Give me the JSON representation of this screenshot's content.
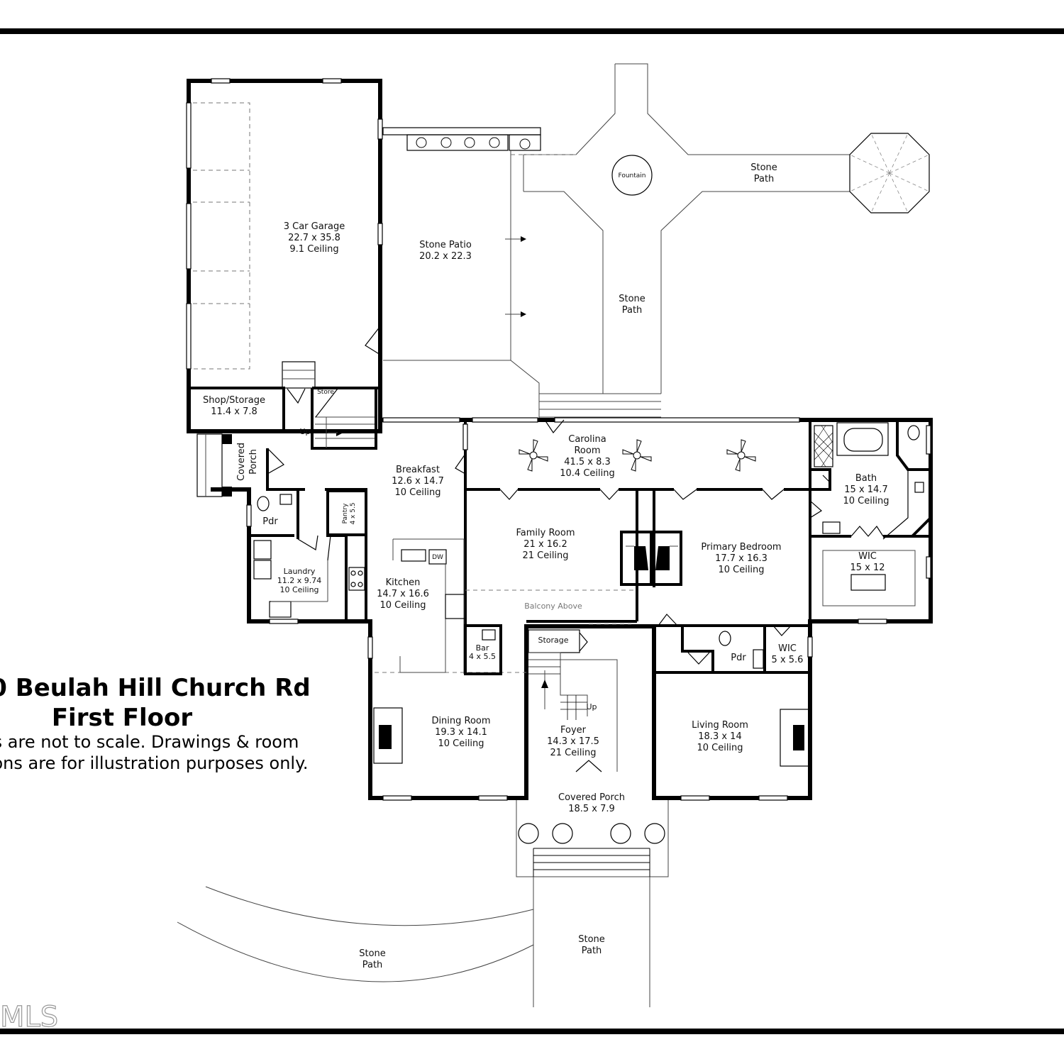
{
  "header": {
    "address": "0 Beulah Hill Church Rd",
    "floor": "First Floor"
  },
  "disclaimer": {
    "line1": "s are not to scale. Drawings & room",
    "line2": "ons are for illustration purposes only."
  },
  "watermark": "MLS",
  "rooms": {
    "garage": {
      "name": "3 Car Garage",
      "dims": "22.7 x 35.8",
      "ceiling": "9.1 Ceiling"
    },
    "patio": {
      "name": "Stone Patio",
      "dims": "20.2 x 22.3"
    },
    "fountain": {
      "name": "Fountain"
    },
    "path_east": {
      "line1": "Stone",
      "line2": "Path"
    },
    "path_center": {
      "line1": "Stone",
      "line2": "Path"
    },
    "shop": {
      "name": "Shop/Storage",
      "dims": "11.4 x 7.8"
    },
    "store": {
      "name": "Store"
    },
    "stair_up_1": {
      "name": "Up"
    },
    "covered_porch_side": {
      "line1": "Covered",
      "line2": "Porch"
    },
    "breakfast": {
      "name": "Breakfast",
      "dims": "12.6 x 14.7",
      "ceiling": "10 Ceiling"
    },
    "carolina": {
      "name": "Carolina",
      "name2": "Room",
      "dims": "41.5 x 8.3",
      "ceiling": "10.4 Ceiling"
    },
    "bath": {
      "name": "Bath",
      "dims": "15 x 14.7",
      "ceiling": "10 Ceiling"
    },
    "pdr_1": {
      "name": "Pdr"
    },
    "pantry": {
      "name": "Pantry",
      "dims": "4 x 5.5"
    },
    "laundry": {
      "name": "Laundry",
      "dims": "11.2 x 9.74",
      "ceiling": "10 Ceiling"
    },
    "dw": {
      "name": "DW"
    },
    "kitchen": {
      "name": "Kitchen",
      "dims": "14.7 x 16.6",
      "ceiling": "10 Ceiling"
    },
    "family": {
      "name": "Family Room",
      "dims": "21 x 16.2",
      "ceiling": "21 Ceiling"
    },
    "balcony": {
      "name": "Balcony Above"
    },
    "primary": {
      "name": "Primary Bedroom",
      "dims": "17.7 x 16.3",
      "ceiling": "10 Ceiling"
    },
    "wic_1": {
      "name": "WIC",
      "dims": "15 x 12"
    },
    "bar": {
      "name": "Bar",
      "dims": "4 x 5.5"
    },
    "storage": {
      "name": "Storage"
    },
    "pdr_2": {
      "name": "Pdr"
    },
    "wic_2": {
      "name": "WIC",
      "dims": "5 x 5.6"
    },
    "stair_up_2": {
      "name": "Up"
    },
    "dining": {
      "name": "Dining Room",
      "dims": "19.3 x 14.1",
      "ceiling": "10 Ceiling"
    },
    "foyer": {
      "name": "Foyer",
      "dims": "14.3 x 17.5",
      "ceiling": "21 Ceiling"
    },
    "living": {
      "name": "Living Room",
      "dims": "18.3 x 14",
      "ceiling": "10 Ceiling"
    },
    "covered_porch_front": {
      "name": "Covered Porch",
      "dims": "18.5 x 7.9"
    },
    "path_sw": {
      "line1": "Stone",
      "line2": "Path"
    },
    "path_south": {
      "line1": "Stone",
      "line2": "Path"
    }
  }
}
